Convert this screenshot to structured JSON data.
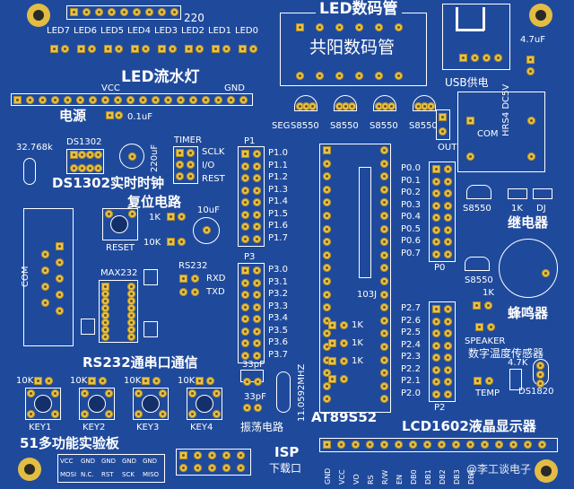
{
  "board": {
    "top_number": "220",
    "led_labels": [
      "LED7",
      "LED6",
      "LED5",
      "LED4",
      "LED3",
      "LED2",
      "LED1",
      "LED0"
    ],
    "led_title": "LED流水灯",
    "vcc": "VCC",
    "gnd": "GND",
    "power": "电源",
    "cap_01uf": "0.1uF",
    "seg_title": "LED数码管",
    "seg_sub": "共阳数码管",
    "usb_cap": "4.7uF",
    "usb_label": "USB供电",
    "seg": "SEG",
    "s8550_labels": [
      "S8550",
      "S8550",
      "S8550",
      "S8550"
    ],
    "out": "OUT",
    "relay_module": "HRS4 DC5V",
    "com": "COM",
    "crystal_freq": "32.768k",
    "ds1302": "DS1302",
    "ds1302_title": "DS1302实时时钟",
    "cap_220uf": "220uF",
    "timer": "TIMER",
    "timer_pins": [
      "SCLK",
      "I/O",
      "REST"
    ],
    "p1": "P1",
    "p1_pins": [
      "P1.0",
      "P1.1",
      "P1.2",
      "P1.3",
      "P1.4",
      "P1.5",
      "P1.6",
      "P1.7"
    ],
    "p0_pins": [
      "P0.0",
      "P0.1",
      "P0.2",
      "P0.3",
      "P0.4",
      "P0.5",
      "P0.6",
      "P0.7"
    ],
    "p0": "P0",
    "reset_circuit": "复位电路",
    "k1k": "1K",
    "k10k": "10K",
    "reset": "RESET",
    "cap_10uf": "10uF",
    "s8550_relay": "S8550",
    "relay_1k": "1K",
    "dj": "DJ",
    "relay_title": "继电器",
    "com_port": "COM",
    "max232": "MAX232",
    "rs232": "RS232",
    "rxd": "RXD",
    "txd": "TXD",
    "p3": "P3",
    "p3_pins": [
      "P3.0",
      "P3.1",
      "P3.2",
      "P3.3",
      "P3.4",
      "P3.5",
      "P3.6",
      "P3.7"
    ],
    "res_103j": "103J",
    "s8550_buzz": "S8550",
    "buzz_1k": "1K",
    "buzzer": "蜂鸣器",
    "res_1k": [
      "1K",
      "1K",
      "1K"
    ],
    "speaker": "SPEAKER",
    "temp_title": "数字温度传感器",
    "r47k": "4.7K",
    "temp": "TEMP",
    "ds1820": "DS1820",
    "p2": "P2",
    "p2_pins": [
      "P2.7",
      "P2.6",
      "P2.5",
      "P2.4",
      "P2.3",
      "P2.2",
      "P2.1",
      "P2.0"
    ],
    "rs232_title": "RS232通串口通信",
    "cap_33pf_a": "33pF",
    "cap_33pf_b": "33pF",
    "osc": "振荡电路",
    "crystal_mhz": "11.0592MHZ",
    "mcu": "AT89S52",
    "key_res": [
      "10K",
      "10K",
      "10K",
      "10K"
    ],
    "keys": [
      "KEY1",
      "KEY2",
      "KEY3",
      "KEY4"
    ],
    "board_title": "51多功能实验板",
    "isp": "ISP",
    "isp_sub": "下载口",
    "isp_pins_top": [
      "VCC",
      "GND",
      "GND",
      "GND",
      "GND"
    ],
    "isp_pins_bot": [
      "MOSI",
      "N.C.",
      "RST",
      "SCK",
      "MISO"
    ],
    "lcd_title": "LCD1602液晶显示器",
    "lcd_pins": [
      "GND",
      "VCC",
      "VO",
      "RS",
      "R/W",
      "EN",
      "DB0",
      "DB1",
      "DB2",
      "DB3",
      "DB4"
    ],
    "watermark": "@李工谈电子"
  }
}
